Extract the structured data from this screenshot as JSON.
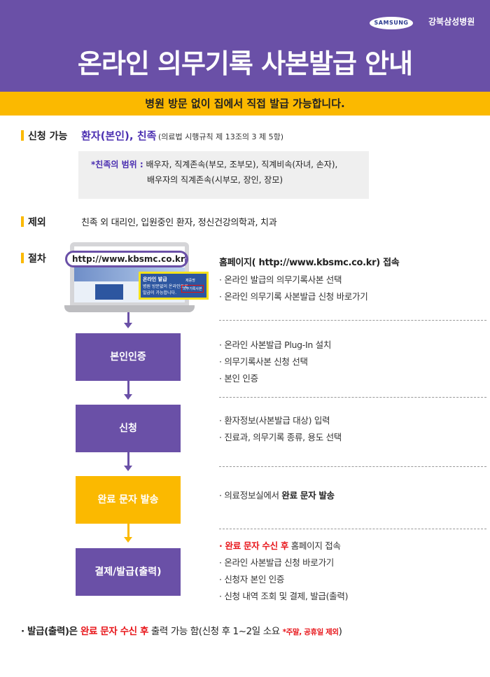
{
  "header": {
    "brand": "SAMSUNG",
    "hospital": "강북삼성병원",
    "title": "온라인 의무기록 사본발급 안내",
    "subtitle": "병원 방문 없이 집에서 직접 발급 가능합니다."
  },
  "eligibility": {
    "label": "신청 가능",
    "value": "환자(본인), 친족",
    "note": "(의료법 시행규칙 제 13조의 3 제 5항)",
    "relatives_label": "*친족의 범위 :",
    "relatives_line1": "배우자, 직계존속(부모, 조부모), 직계비속(자녀, 손자),",
    "relatives_line2": "배우자의 직계존속(시부모, 장인, 장모)"
  },
  "exclusion": {
    "label": "제외",
    "value": "친족 외 대리인, 입원중인 환자, 정신건강의학과, 치과"
  },
  "procedure": {
    "label": "절차",
    "url": "http://www.kbsmc.co.kr",
    "connect": "접속",
    "popup": {
      "title": "온라인 발급",
      "text1": "병원 방문없이 온라인으로",
      "text2": "발급이 가능합니다.",
      "btn1": "제증명",
      "btn2": "의무기록사본"
    },
    "step0": {
      "title": "홈페이지( http://www.kbsmc.co.kr) 접속",
      "items": [
        "· 온라인 발급의 의무기록사본 선택",
        "· 온라인 의무기록 사본발급 신청 바로가기"
      ]
    },
    "steps": [
      {
        "label": "본인인증",
        "items": [
          "· 온라인 사본발급 Plug-In 설치",
          "· 의무기록사본 신청 선택",
          "· 본인 인증"
        ]
      },
      {
        "label": "신청",
        "items": [
          "· 환자정보(사본발급 대상) 입력",
          "· 진료과, 의무기록 종류, 용도 선택"
        ]
      },
      {
        "label": "완료 문자 발송",
        "pre": "· 의료정보실에서 ",
        "bold": "완료 문자 발송"
      },
      {
        "label": "결제/발급(출력)",
        "red": "· 완료 문자 수신 후",
        "after": " 홈페이지 접속",
        "items": [
          "· 온라인 사본발급 신청 바로가기",
          "· 신청자 본인 인증",
          "· 신청 내역 조회 및 결제, 발급(출력)"
        ]
      }
    ]
  },
  "footer": {
    "pre": "· 발급(출력)은 ",
    "red": "완료 문자 수신 후",
    "post": " 출력 가능 함(신청 후 1~2일 소요 ",
    "note": "*주말, 공휴일 제외",
    "close": ")"
  },
  "colors": {
    "purple": "#6a50a7",
    "yellow": "#fbb900",
    "red": "#e8161b"
  }
}
